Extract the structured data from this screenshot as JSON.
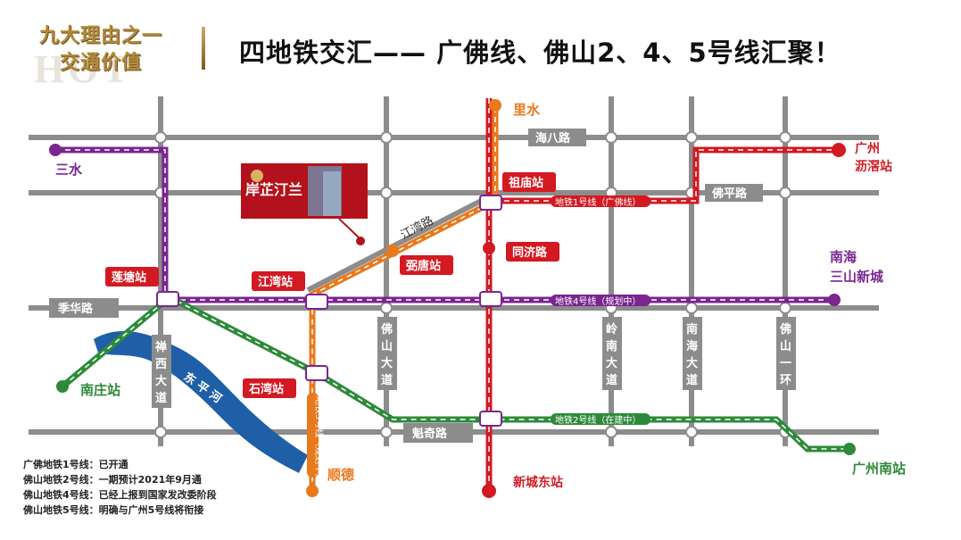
{
  "header": {
    "brand_line1": "九大理由之一",
    "brand_line2": "交通价值",
    "watermark": "HOT",
    "headline": "四地铁交汇—— 广佛线、佛山2、4、5号线汇聚！"
  },
  "roads": {
    "haiba": "海八路",
    "foping": "佛平路",
    "jihua": "季华路",
    "kuiqi": "魁奇路",
    "jiangwan": "江湾路",
    "chanxi": [
      "禅",
      "西",
      "大",
      "道"
    ],
    "foshan_dadao": [
      "佛",
      "山",
      "大",
      "道"
    ],
    "lingnan": [
      "岭",
      "南",
      "大",
      "道"
    ],
    "nanhai_dadao": [
      "南",
      "海",
      "大",
      "道"
    ],
    "foshan_yihuan": [
      "佛",
      "山",
      "一",
      "环"
    ],
    "river": "东 平 河"
  },
  "stations": {
    "lishui": "里水",
    "sanshui": "三水",
    "lijiao": "广州\n沥滘站",
    "sanshan": "南海\n三山新城",
    "nanzhuang": "南庄站",
    "guangzhou_south": "广州南站",
    "shunde": "顺德",
    "xincheng_east": "新城东站",
    "zumiao": "祖庙站",
    "tongji": "同济路",
    "nitang": "弼唐站",
    "jiangwan": "江湾站",
    "liantang": "莲塘站",
    "shiwan": "石湾站"
  },
  "lines": {
    "line1": "地铁1号线（广佛线）",
    "line4": "地铁4号线（规划中）",
    "line2": "地铁2号线（在建中）",
    "line5": "地铁5号线（规划中）"
  },
  "project_label": "岸芷汀兰",
  "notes": [
    "广佛地铁1号线：已开通",
    "佛山地铁2号线：一期预计2021年9月通",
    "佛山地铁4号线：已经上报到国家发改委阶段",
    "佛山地铁5号线：明确与广州5号线将衔接"
  ],
  "colors": {
    "red": "#d31922",
    "orange": "#e8791c",
    "purple": "#7a2590",
    "green": "#2e8a3a",
    "road": "#8c8c8c",
    "river": "#1f5fa8"
  }
}
